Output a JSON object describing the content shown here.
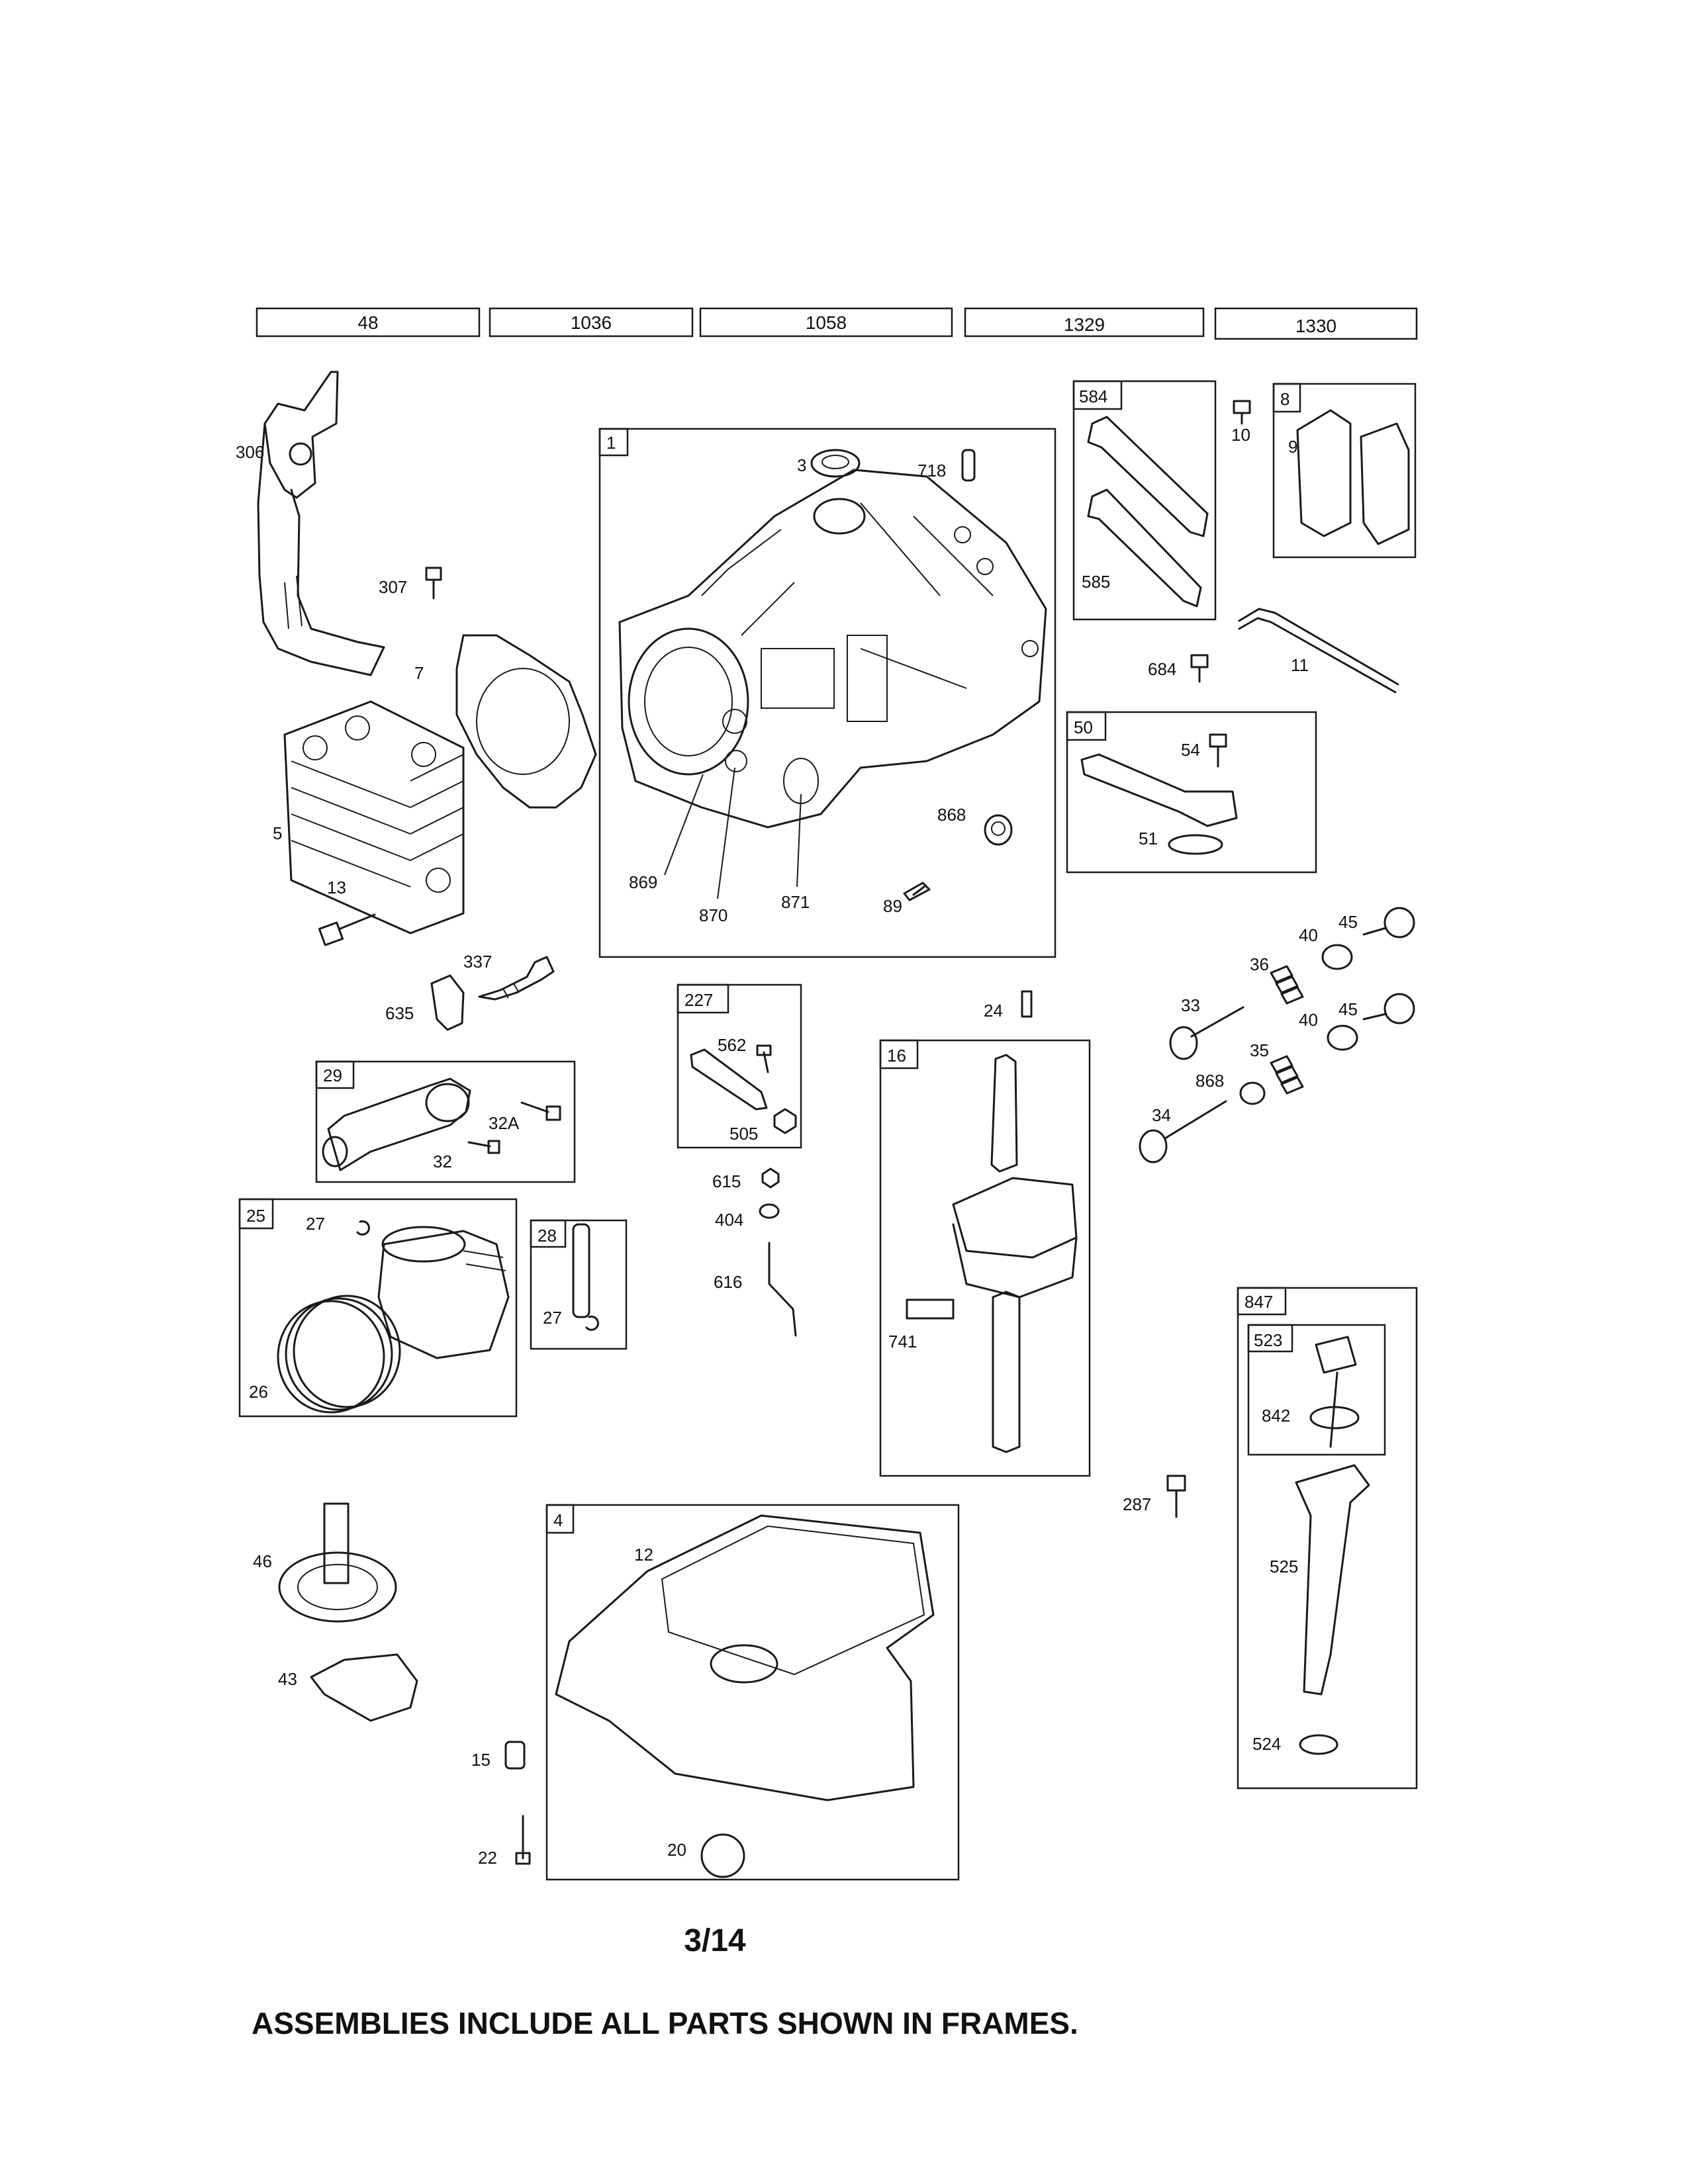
{
  "header_models": [
    "48",
    "1036",
    "1058",
    "1329",
    "1330"
  ],
  "frame_labels": {
    "f1": "1",
    "f584": "584",
    "f8": "8",
    "f50": "50",
    "f227": "227",
    "f16": "16",
    "f29": "29",
    "f25": "25",
    "f28": "28",
    "f4": "4",
    "f847": "847",
    "f523": "523"
  },
  "parts": {
    "p306": "306",
    "p307": "307",
    "p7": "7",
    "p5": "5",
    "p13": "13",
    "p3": "3",
    "p718": "718",
    "p869": "869",
    "p870": "870",
    "p871": "871",
    "p868a": "868",
    "p89": "89",
    "p337": "337",
    "p635": "635",
    "p584i": "585",
    "p10": "10",
    "p9": "9",
    "p684": "684",
    "p11": "11",
    "p54": "54",
    "p51": "51",
    "p40a": "40",
    "p45a": "45",
    "p36": "36",
    "p33": "33",
    "p40b": "40",
    "p45b": "45",
    "p35": "35",
    "p868b": "868",
    "p34": "34",
    "p562": "562",
    "p505": "505",
    "p615": "615",
    "p404": "404",
    "p616": "616",
    "p24": "24",
    "p741": "741",
    "p32A": "32A",
    "p32": "32",
    "p27a": "27",
    "p26": "26",
    "p27b": "27",
    "p46": "46",
    "p43": "43",
    "p15": "15",
    "p22": "22",
    "p12": "12",
    "p20": "20",
    "p287": "287",
    "p842": "842",
    "p525": "525",
    "p524": "524"
  },
  "page_number": "3/14",
  "footer_note": "ASSEMBLIES INCLUDE ALL PARTS SHOWN IN FRAMES."
}
